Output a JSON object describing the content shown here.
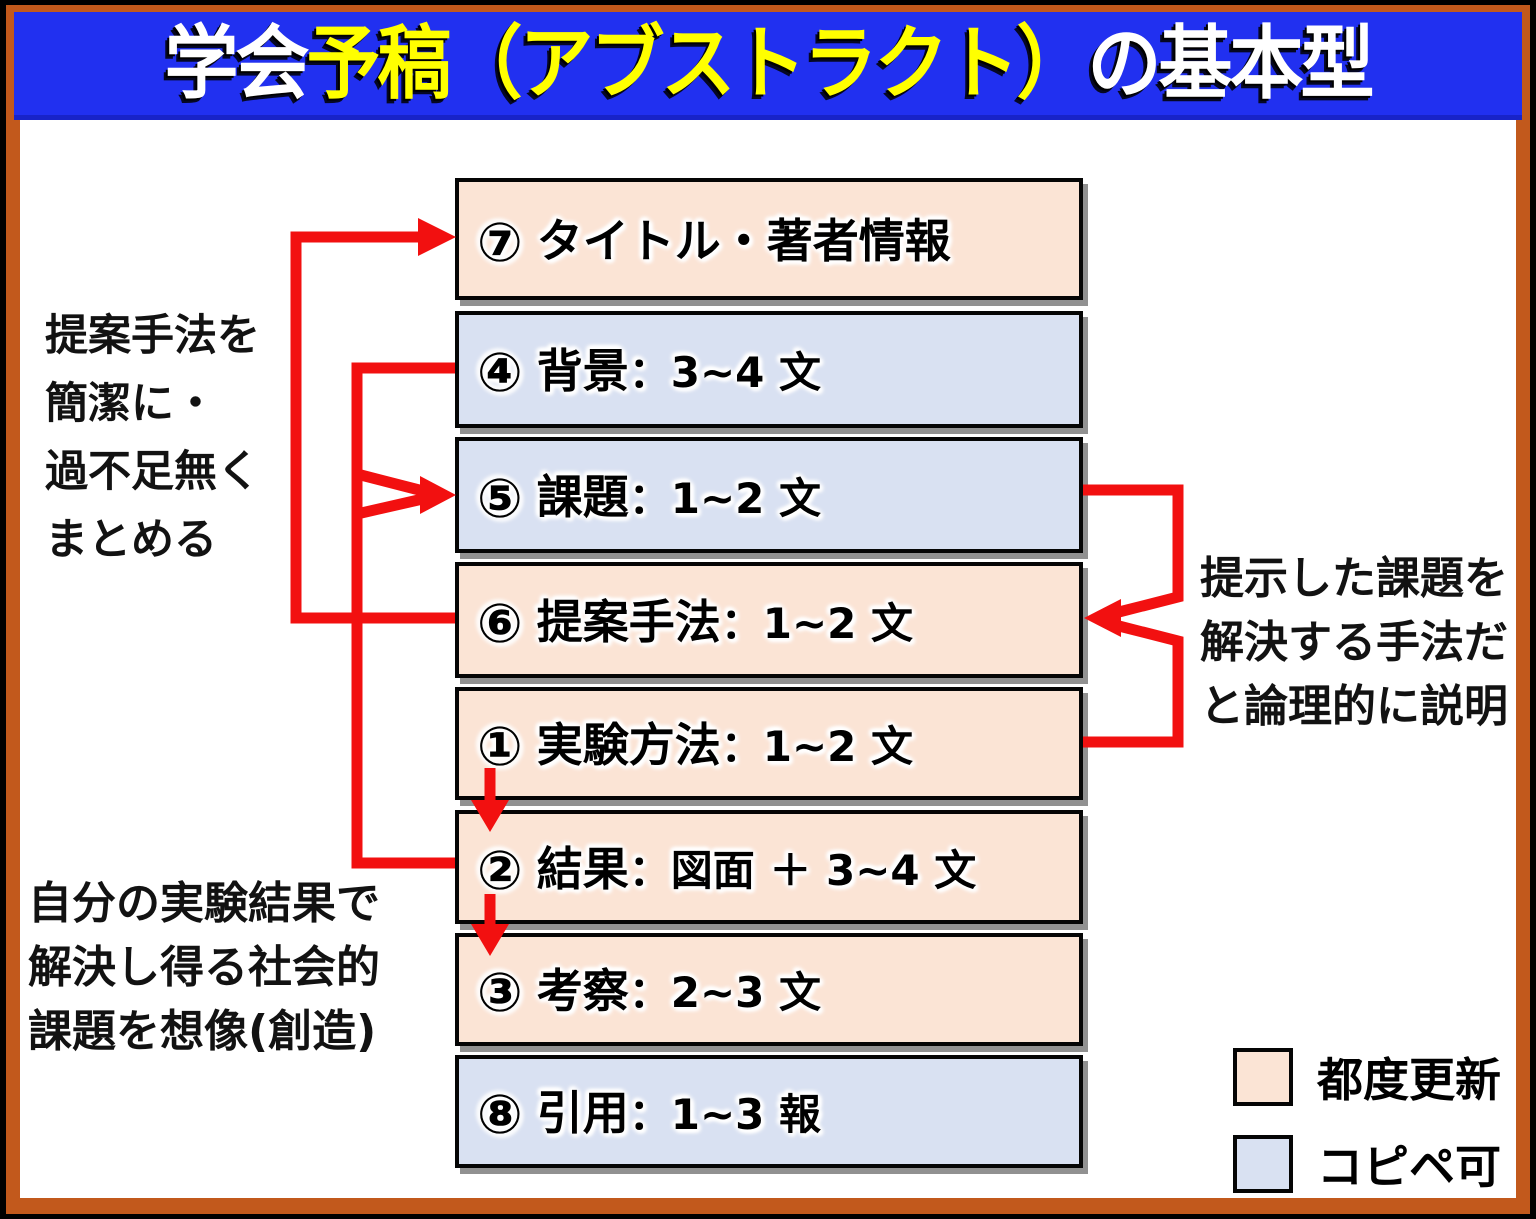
{
  "title": {
    "segments": [
      {
        "text": "学会",
        "color": "white"
      },
      {
        "text": "予稿（アブストラクト）",
        "color": "yellow"
      },
      {
        "text": "の基本型",
        "color": "white"
      }
    ]
  },
  "boxes": [
    {
      "circled": "⑦",
      "name": "タイトル・著者情報",
      "detail": "",
      "fill": "peach"
    },
    {
      "circled": "④",
      "name": "背景",
      "detail": "：3~4 文",
      "fill": "blue"
    },
    {
      "circled": "⑤",
      "name": "課題",
      "detail": "：1~2 文",
      "fill": "blue"
    },
    {
      "circled": "⑥",
      "name": "提案手法",
      "detail": "：1~2 文",
      "fill": "peach"
    },
    {
      "circled": "①",
      "name": "実験方法",
      "detail": "：1~2 文",
      "fill": "peach"
    },
    {
      "circled": "②",
      "name": "結果",
      "detail": "：図面 ＋ 3~4 文",
      "fill": "peach"
    },
    {
      "circled": "③",
      "name": "考察",
      "detail": "：2~3 文",
      "fill": "peach"
    },
    {
      "circled": "⑧",
      "name": "引用",
      "detail": "：1~3 報",
      "fill": "blue"
    }
  ],
  "annotations": {
    "top_left": {
      "lines": [
        {
          "text": "提案手法を",
          "bold": false
        },
        {
          "text": "簡潔に・",
          "bold": true
        },
        {
          "text": "過不足無く",
          "bold": true
        },
        {
          "text": "まとめる",
          "bold": false
        }
      ]
    },
    "bottom_left": {
      "lines": [
        [
          {
            "text": "自分の",
            "bold": false
          },
          {
            "text": "実験結果",
            "bold": true
          },
          {
            "text": "で",
            "bold": false
          }
        ],
        [
          {
            "text": "解決し得る",
            "bold": true
          },
          {
            "text": "社会的",
            "bold": false
          }
        ],
        [
          {
            "text": "課題を想像(創造)",
            "bold": false
          }
        ]
      ]
    },
    "right": {
      "lines": [
        [
          {
            "text": "提示した課題を",
            "bold": false
          }
        ],
        [
          {
            "text": "解決する手法だ",
            "bold": false
          }
        ],
        [
          {
            "text": "と",
            "bold": false
          },
          {
            "text": "論理的",
            "bold": true
          },
          {
            "text": "に説明",
            "bold": false
          }
        ]
      ]
    }
  },
  "legend": {
    "items": [
      {
        "label": "都度更新",
        "fill": "peach"
      },
      {
        "label": "コピペ可",
        "fill": "blue"
      }
    ]
  },
  "connections": [
    {
      "from": "⑥ 提案手法",
      "to": "⑦ タイトル・著者情報"
    },
    {
      "from": "④ 背景",
      "to": "⑤ 課題"
    },
    {
      "from": "② 結果",
      "to": "⑤ 課題"
    },
    {
      "from": "⑤ 課題",
      "to": "⑥ 提案手法"
    },
    {
      "from": "① 実験方法",
      "to": "⑥ 提案手法"
    },
    {
      "from": "① 実験方法",
      "to": "② 結果"
    },
    {
      "from": "② 結果",
      "to": "③ 考察"
    }
  ],
  "colors": {
    "peach": "#fbe4d5",
    "blue": "#d9e1f2",
    "arrow_red": "#f21010",
    "frame_orange": "#c2591c",
    "header_blue": "#2130f0",
    "title_yellow": "#ffff00"
  }
}
